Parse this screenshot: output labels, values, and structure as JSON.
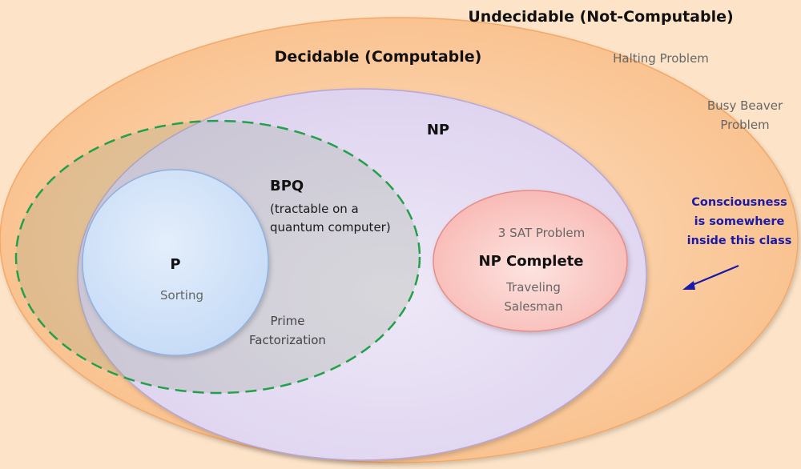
{
  "colors": {
    "undecidable_fill": "#fde4c8",
    "decidable_fill": "#f9c08c",
    "np_fill": "#ddd2ef",
    "p_fill": "#c7dcf7",
    "np_complete_fill": "#f8b7b2",
    "bpq_stroke": "#22a04a",
    "annotation": "#1a1aa6"
  },
  "labels": {
    "undecidable": "Undecidable (Not-Computable)",
    "decidable": "Decidable (Computable)",
    "halting": "Halting Problem",
    "busy_beaver_1": "Busy Beaver",
    "busy_beaver_2": "Problem",
    "np": "NP",
    "bpq": "BPQ",
    "bpq_sub_1": "(tractable on a",
    "bpq_sub_2": "quantum computer)",
    "p": "P",
    "sorting": "Sorting",
    "prime_1": "Prime",
    "prime_2": "Factorization",
    "sat": "3 SAT Problem",
    "np_complete": "NP Complete",
    "traveling_1": "Traveling",
    "traveling_2": "Salesman",
    "consciousness_1": "Consciousness",
    "consciousness_2": "is somewhere",
    "consciousness_3": "inside this class"
  }
}
